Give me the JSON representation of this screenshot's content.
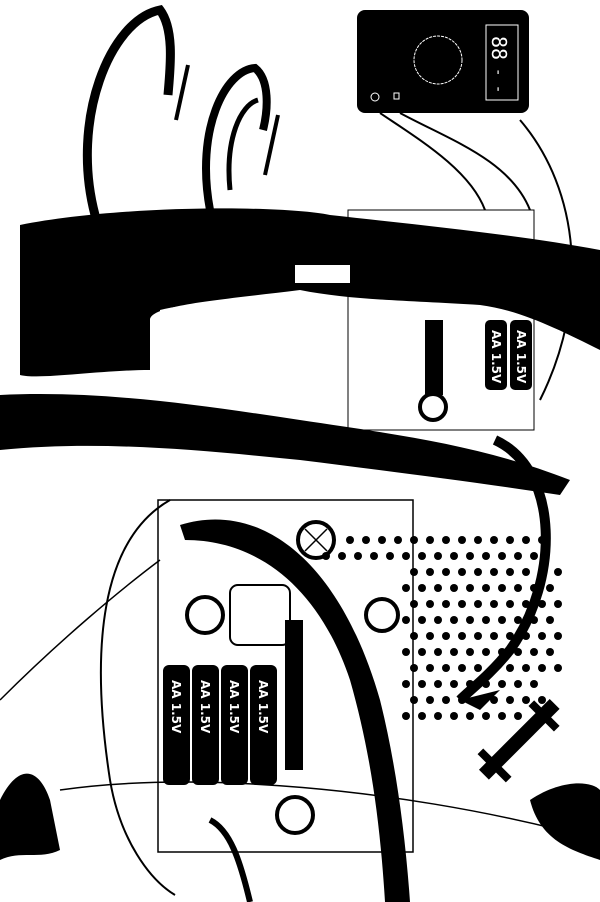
{
  "meter": {
    "display": "88",
    "display_dash": "- -"
  },
  "batteries": [
    {
      "label": "AA 1.5V"
    },
    {
      "label": "AA 1.5V"
    },
    {
      "label": "AA 1.5V"
    },
    {
      "label": "AA 1.5V"
    }
  ],
  "upper_batteries": [
    {
      "label": "AA 1.5V"
    },
    {
      "label": "AA 1.5V"
    }
  ],
  "colors": {
    "ink": "#000000",
    "paper": "#ffffff"
  }
}
